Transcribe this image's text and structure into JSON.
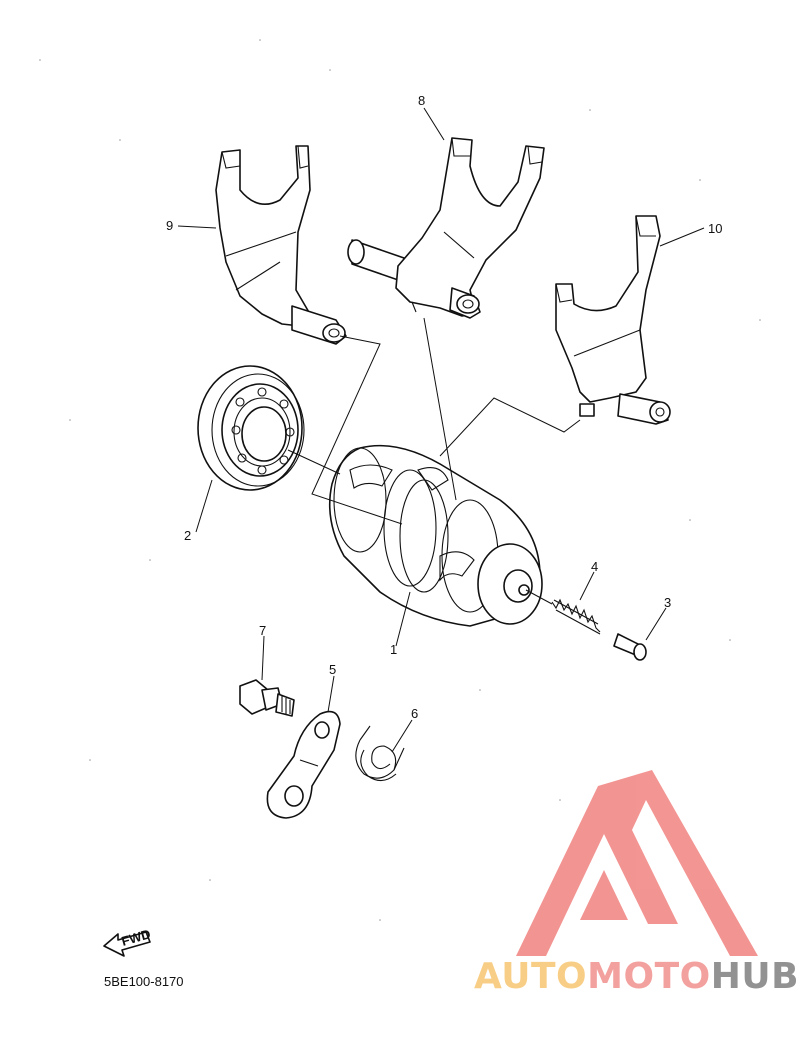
{
  "diagram": {
    "callouts": [
      "1",
      "2",
      "3",
      "4",
      "5",
      "6",
      "7",
      "8",
      "9",
      "10"
    ],
    "direction_label": "FWD",
    "drawing_code": "5BE100-8170"
  },
  "watermark": {
    "part1": "AUTO",
    "part2": "MOTO",
    "part3": "HUB",
    "colors": {
      "triangle": "#f07a78",
      "auto": "#f7c36a",
      "moto": "#f08a86",
      "hub": "#777777"
    }
  }
}
